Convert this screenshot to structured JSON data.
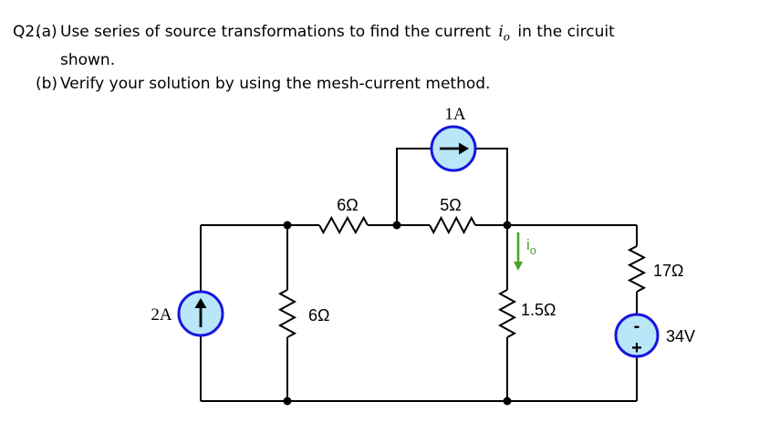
{
  "question": {
    "number": "Q2.",
    "part_a": {
      "label": "(a)",
      "text_before": "Use series of source transformations to find the current",
      "current_symbol": "i",
      "current_subscript": "o",
      "text_after": "in the circuit",
      "line2": "shown."
    },
    "part_b": {
      "label": "(b)",
      "text": "Verify your solution by using the mesh-current method."
    }
  },
  "circuit": {
    "top_current_source": {
      "label": "1A"
    },
    "left_current_source": {
      "label": "2A"
    },
    "voltage_source": {
      "label": "34V",
      "minus_sign": "-",
      "plus_sign": "+"
    },
    "resistor_6ohm_top": {
      "label": "6Ω"
    },
    "resistor_5ohm_top": {
      "label": "5Ω"
    },
    "resistor_6ohm_vertical": {
      "label": "6Ω"
    },
    "resistor_1_5ohm": {
      "label": "1.5Ω"
    },
    "resistor_17ohm": {
      "label": "17Ω"
    },
    "current_io": {
      "symbol": "i",
      "subscript": "o"
    },
    "colors": {
      "source_fill": "#b9e6f8",
      "source_stroke": "#1717dd",
      "wire": "#000000",
      "current_arrow_green": "#4aa327"
    }
  }
}
